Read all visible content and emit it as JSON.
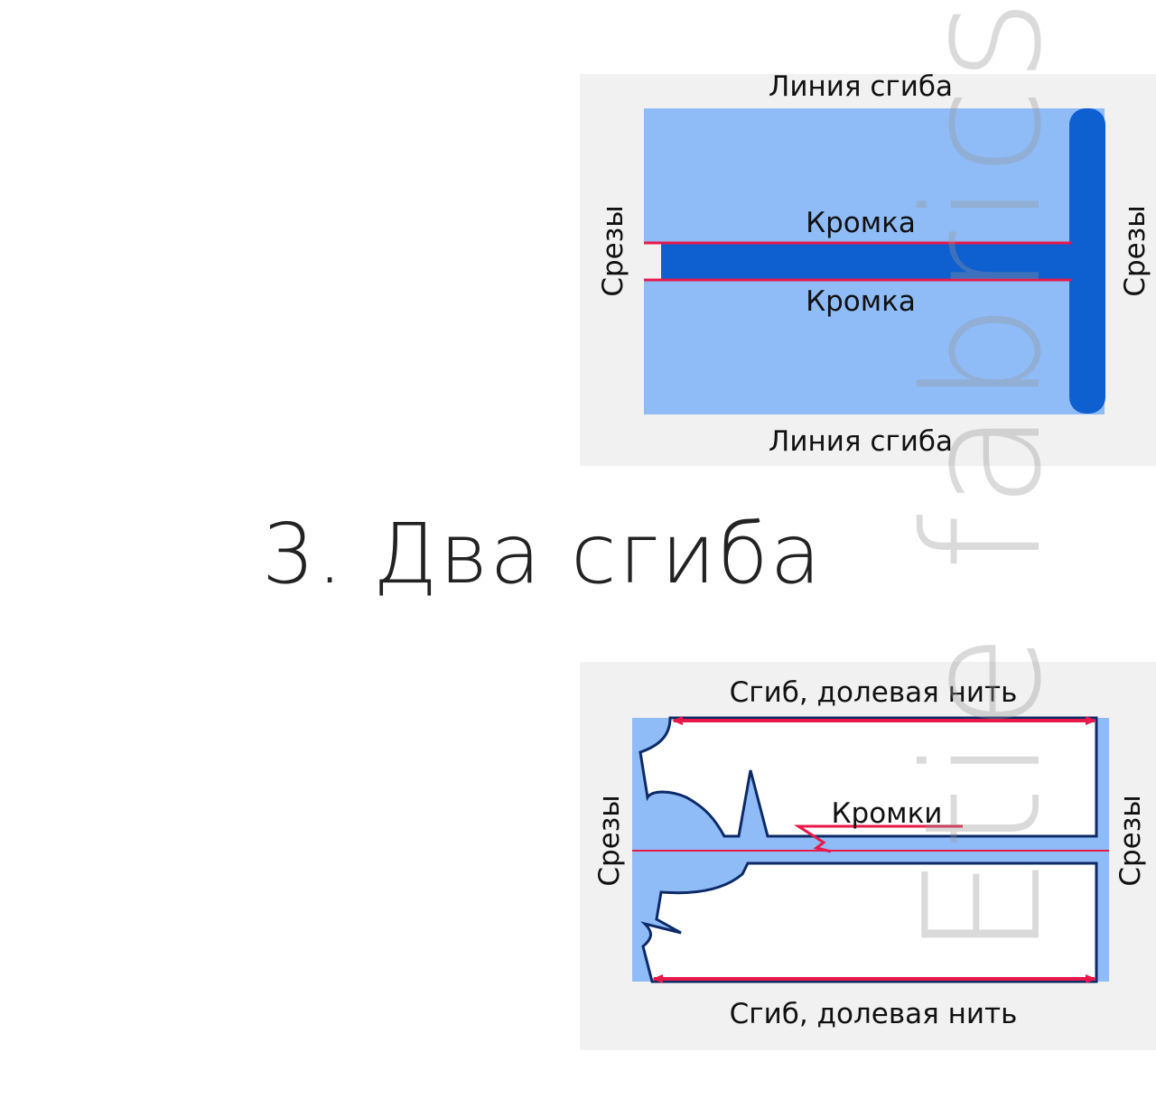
{
  "heading": "3. Два сгиба",
  "watermark": "Etie fabrics",
  "colors": {
    "fabric_light": "#8fbcf7",
    "fabric_dark": "#0e5fcf",
    "edge_red": "#e8194a",
    "panel_bg": "#f1f1f1"
  },
  "top_diagram": {
    "fold_top": "Линия сгиба",
    "fold_bottom": "Линия сгиба",
    "selvage_upper": "Кромка",
    "selvage_lower": "Кромка",
    "cut_left": "Срезы",
    "cut_right": "Срезы"
  },
  "bottom_diagram": {
    "fold_top": "Сгиб, долевая нить",
    "fold_bottom": "Сгиб, долевая нить",
    "selvages": "Кромки",
    "cut_left": "Срезы",
    "cut_right": "Срезы"
  }
}
